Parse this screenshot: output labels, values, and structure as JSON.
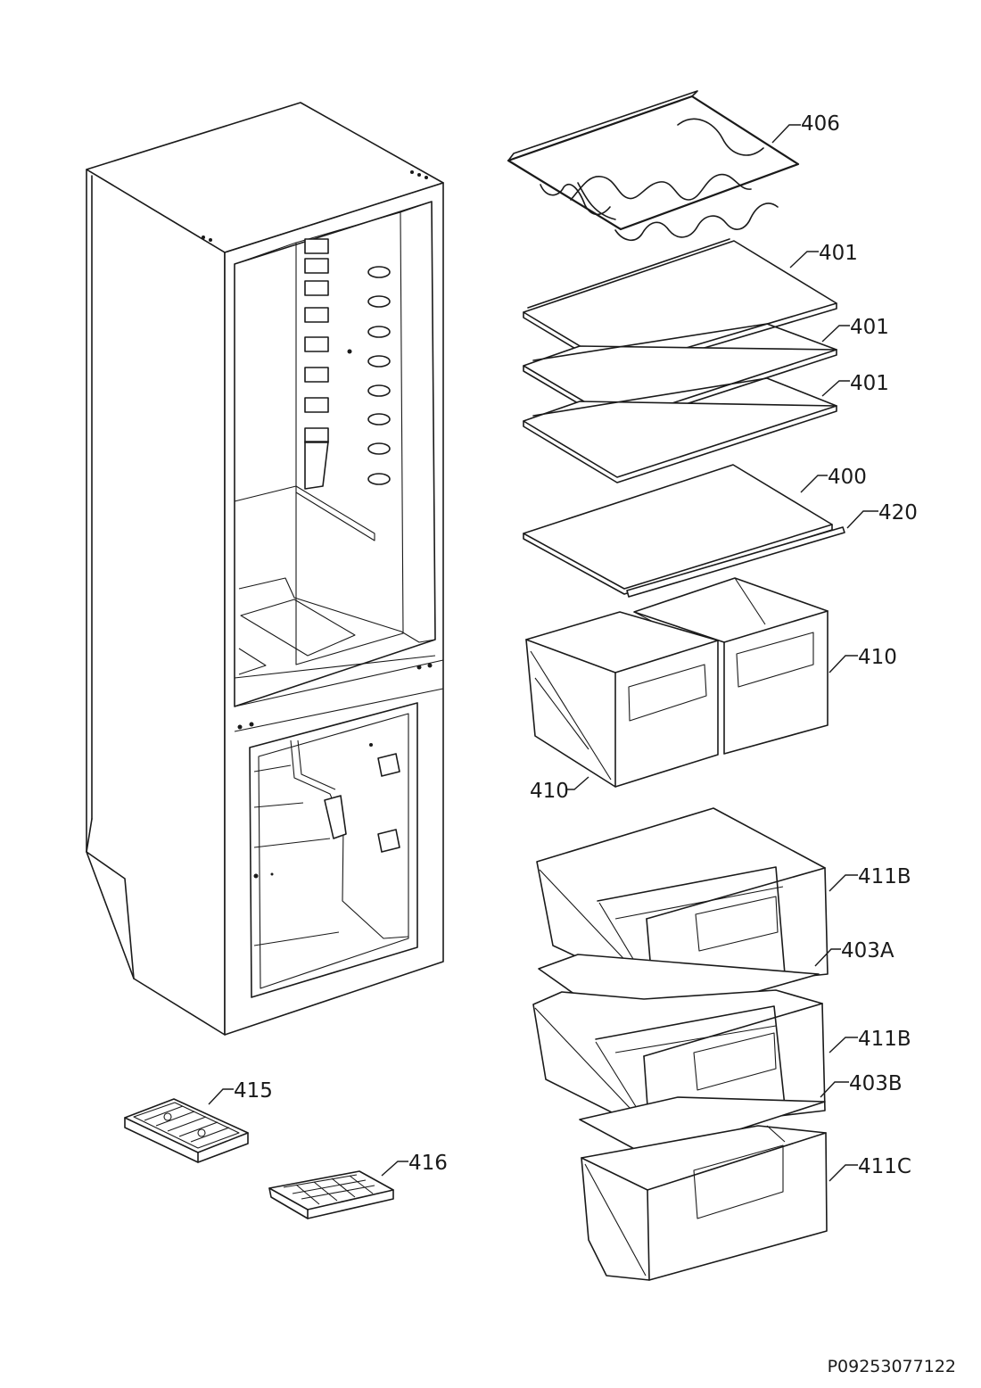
{
  "diagram": {
    "document_code": "P09253077122",
    "labels": {
      "p406": "406",
      "p401a": "401",
      "p401b": "401",
      "p401c": "401",
      "p400": "400",
      "p420": "420",
      "p410a": "410",
      "p410b": "410",
      "p411b_a": "411B",
      "p403a": "403A",
      "p411b_b": "411B",
      "p403b": "403B",
      "p411c": "411C",
      "p415": "415",
      "p416": "416"
    }
  }
}
